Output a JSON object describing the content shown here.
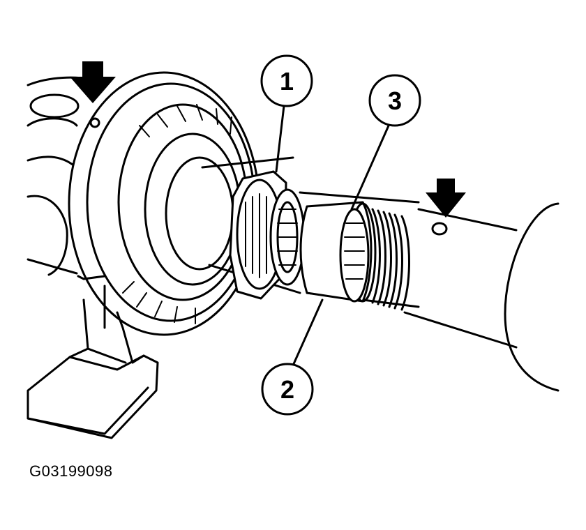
{
  "figure": {
    "id_label": "G03199098",
    "callouts": [
      {
        "number": "1"
      },
      {
        "number": "2"
      },
      {
        "number": "3"
      }
    ],
    "arrows": [
      {
        "icon": "down-arrow-icon"
      },
      {
        "icon": "down-arrow-icon"
      }
    ]
  }
}
